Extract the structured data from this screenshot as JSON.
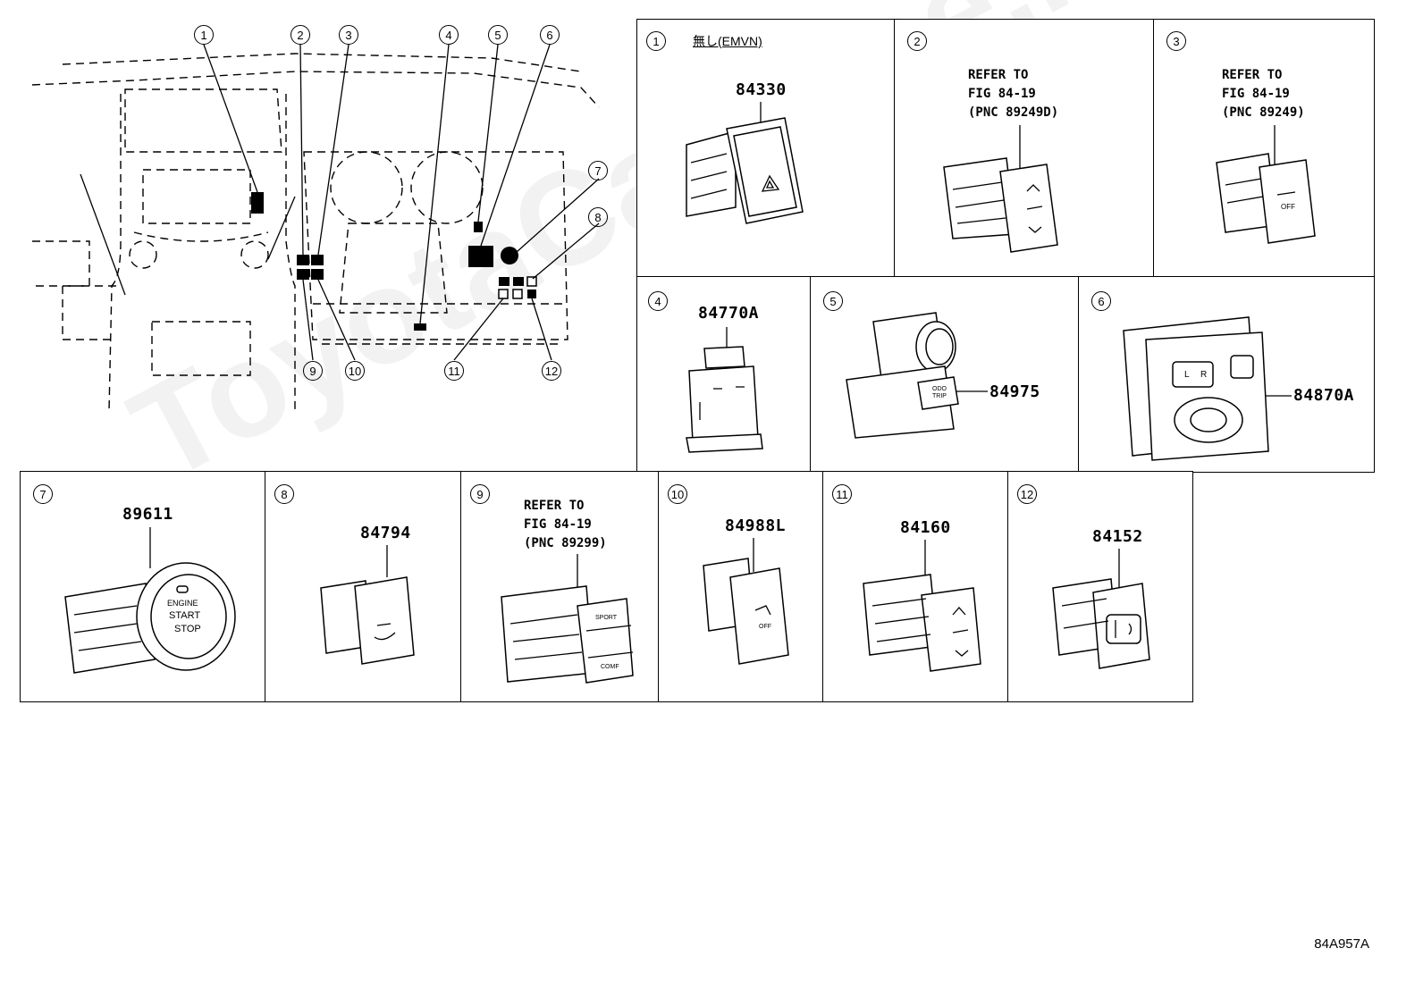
{
  "overview": {
    "callouts": [
      "1",
      "2",
      "3",
      "4",
      "5",
      "6",
      "7",
      "8",
      "9",
      "10",
      "11",
      "12"
    ]
  },
  "panels": [
    {
      "index": "1",
      "part_number": "84330",
      "note": "無し(EMVN)",
      "refer": ""
    },
    {
      "index": "2",
      "part_number": "",
      "note": "",
      "refer": "REFER TO\nFIG 84-19\n(PNC 89249D)"
    },
    {
      "index": "3",
      "part_number": "",
      "note": "",
      "refer": "REFER TO\nFIG 84-19\n(PNC 89249)"
    },
    {
      "index": "4",
      "part_number": "84770A",
      "note": "",
      "refer": ""
    },
    {
      "index": "5",
      "part_number": "84975",
      "note": "",
      "refer": ""
    },
    {
      "index": "6",
      "part_number": "84870A",
      "note": "",
      "refer": ""
    },
    {
      "index": "7",
      "part_number": "89611",
      "note": "",
      "refer": ""
    },
    {
      "index": "8",
      "part_number": "84794",
      "note": "",
      "refer": ""
    },
    {
      "index": "9",
      "part_number": "",
      "note": "",
      "refer": "REFER TO\nFIG 84-19\n(PNC 89299)"
    },
    {
      "index": "10",
      "part_number": "84988L",
      "note": "",
      "refer": ""
    },
    {
      "index": "11",
      "part_number": "84160",
      "note": "",
      "refer": ""
    },
    {
      "index": "12",
      "part_number": "84152",
      "note": "",
      "refer": ""
    }
  ],
  "switch_labels": {
    "engine_start": [
      "ENGINE",
      "START",
      "STOP"
    ],
    "odo_trip": "ODO TRIP",
    "off": "OFF",
    "sport": "SPORT",
    "comf": "COMF",
    "mirror_l": "L",
    "mirror_r": "R"
  },
  "diagram_code": "84A957A",
  "watermark": "ToyotaCarMine.ru"
}
